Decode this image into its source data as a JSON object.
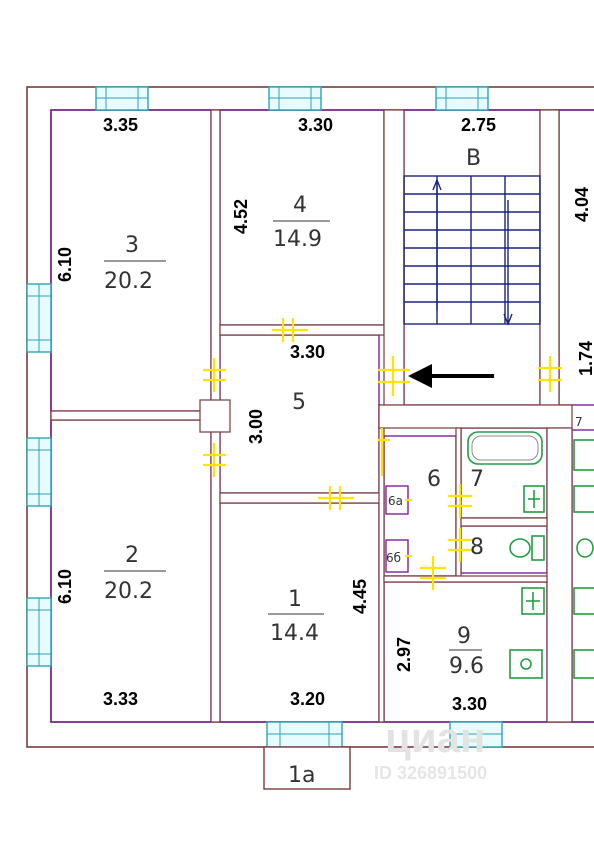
{
  "plan": {
    "dimensions": {
      "room3_top": "3.35",
      "room4_top": "3.30",
      "stair_top": "2.75",
      "room3_side": "6.10",
      "room2_side": "6.10",
      "room4_side": "4.52",
      "corridor_top": "3.30",
      "corridor_side": "3.00",
      "right_side_top": "4.04",
      "right_side_mid": "1.74",
      "room1_side": "4.45",
      "room9_side": "2.97",
      "room2_bottom": "3.33",
      "room1_bottom": "3.20",
      "room9_bottom": "3.30"
    },
    "rooms": {
      "r3_num": "3",
      "r3_area": "20.2",
      "r4_num": "4",
      "r4_area": "14.9",
      "r5_num": "5",
      "r2_num": "2",
      "r2_area": "20.2",
      "r1_num": "1",
      "r1_area": "14.4",
      "r6_num": "6",
      "r6a": "6a",
      "r6b": "6б",
      "r7_num": "7",
      "r8_num": "8",
      "r9_num": "9",
      "r9_area": "9.6",
      "stair_label": "В",
      "balcony_label": "1а",
      "small_7": "7"
    },
    "watermark": {
      "brand": "циан",
      "id": "ID 326891500"
    },
    "colors": {
      "walls": "#7a3b3b",
      "room_lines": "#7b1fa2",
      "windows": "#2aa6b8",
      "doors": "#ffe400",
      "stairs": "#1a237e",
      "fixtures": "#20a040"
    }
  }
}
